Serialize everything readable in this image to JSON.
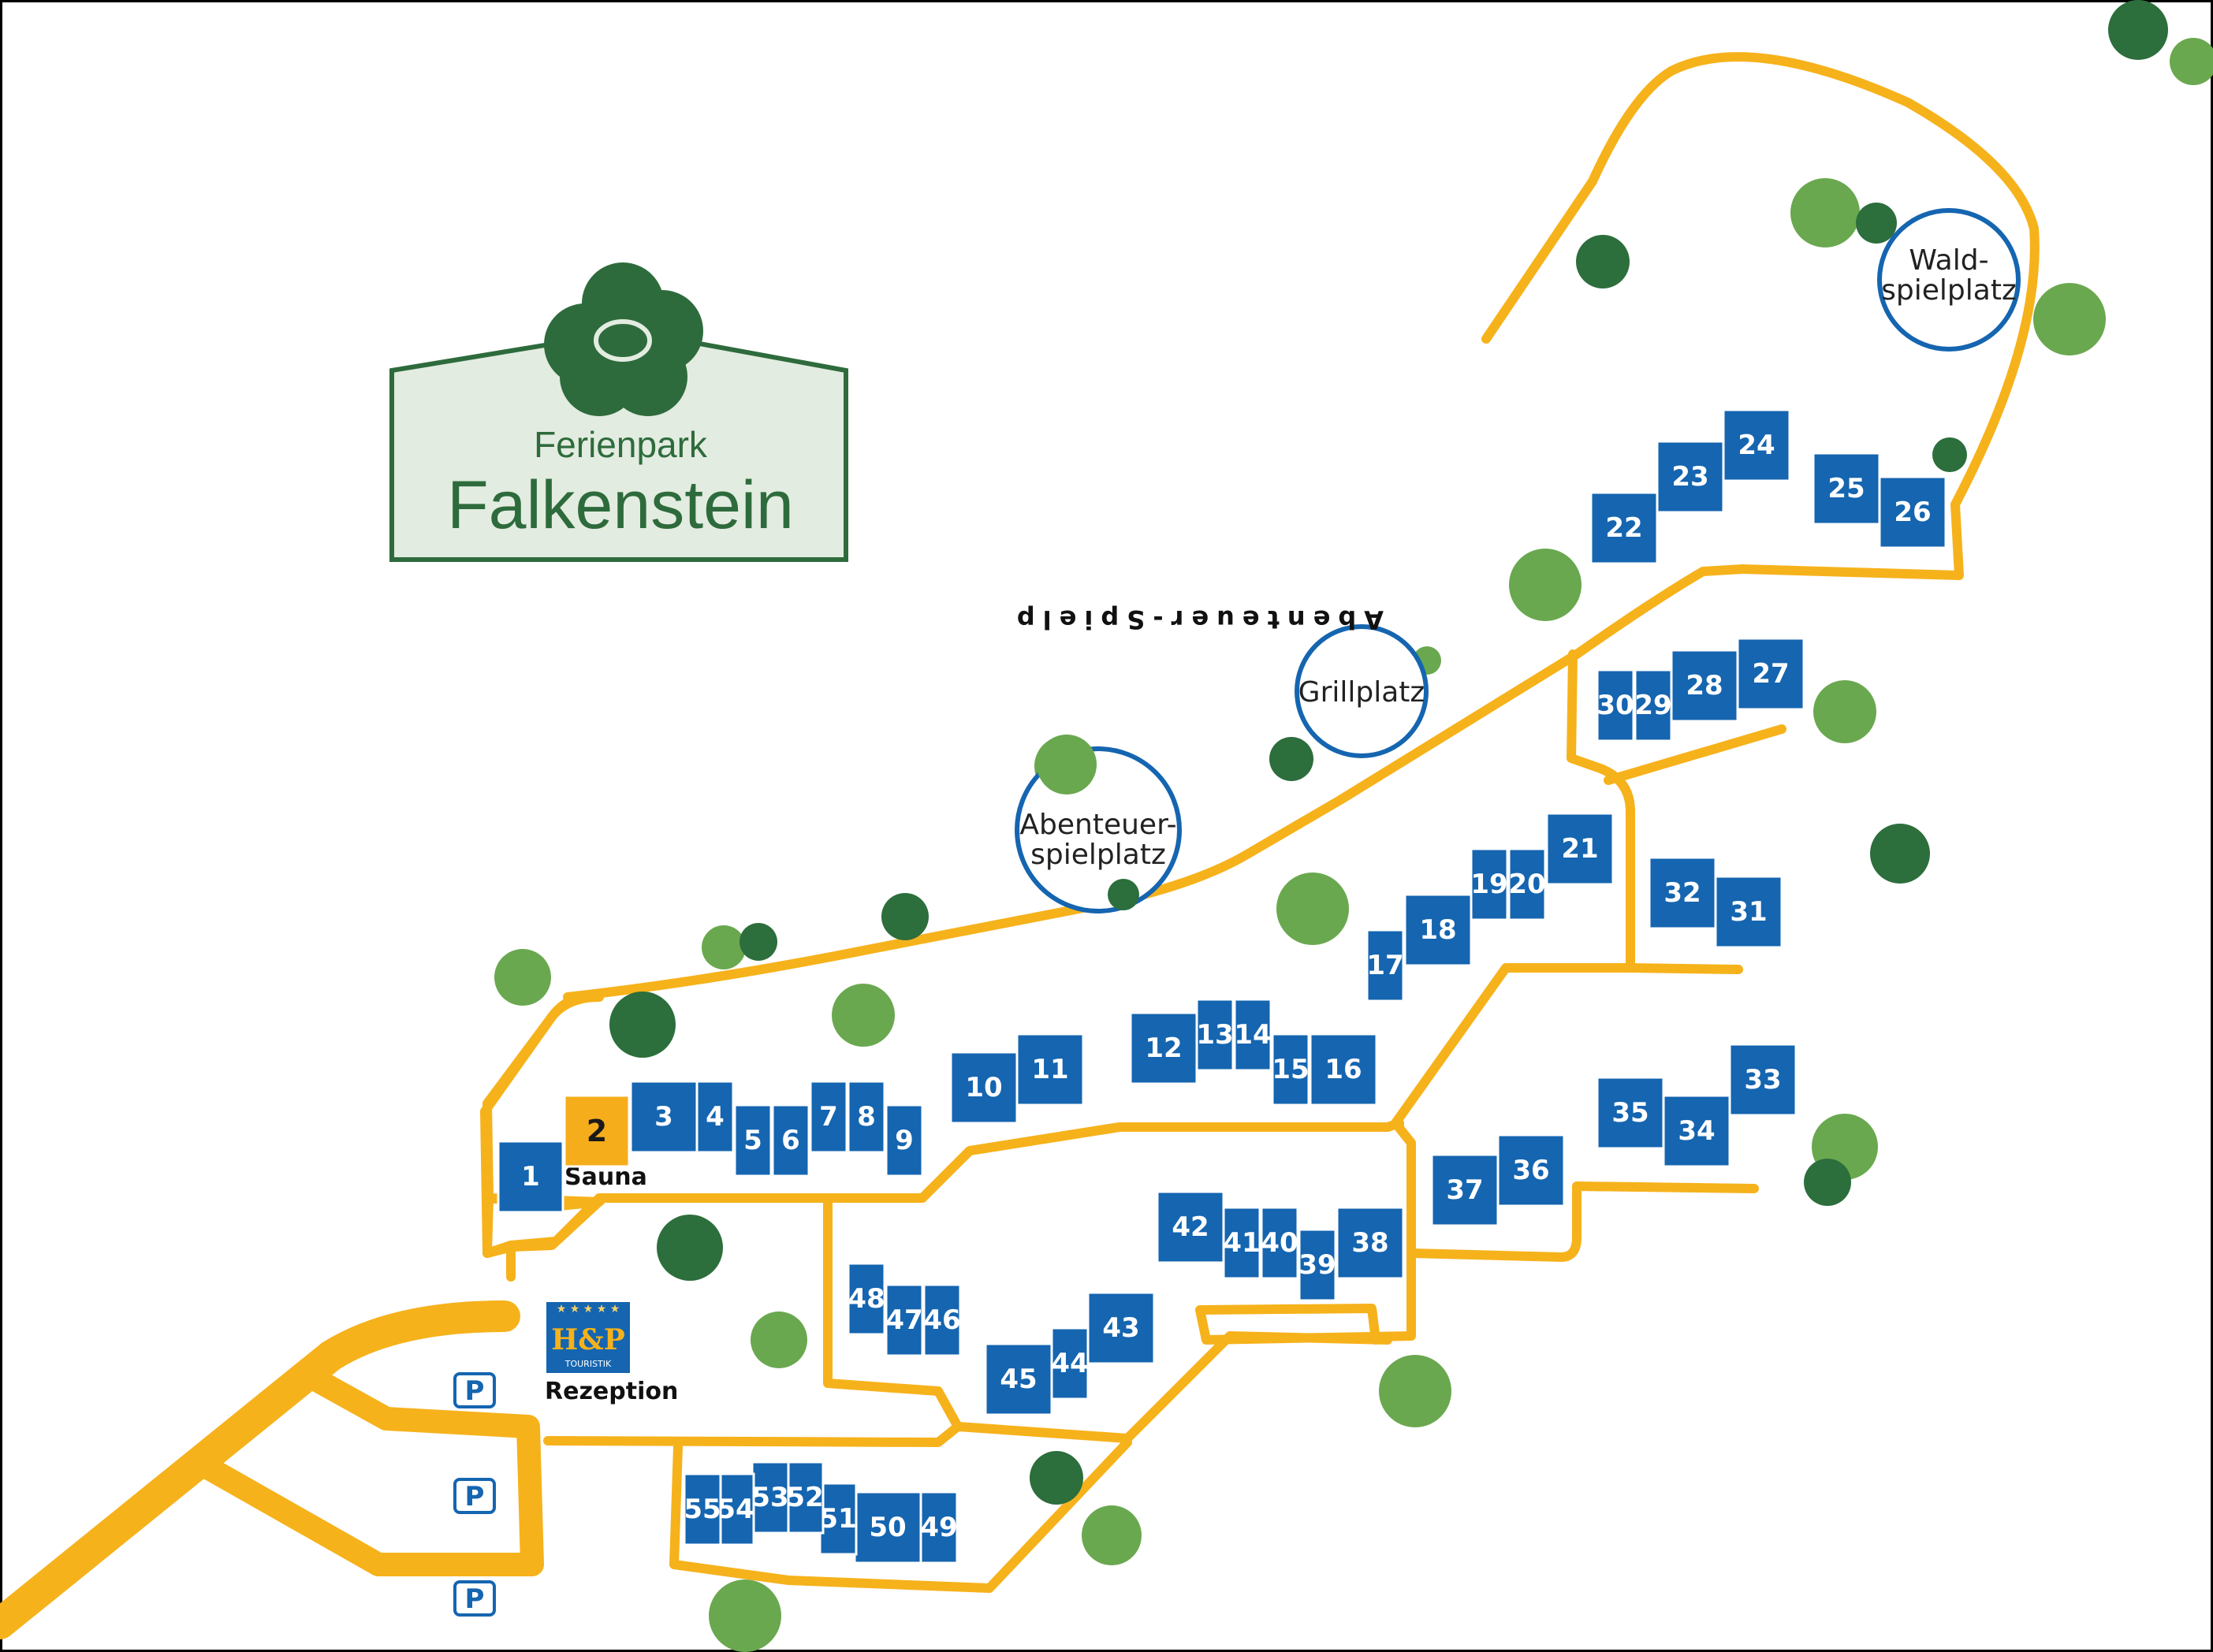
{
  "brand": {
    "line1": "Ferienpark",
    "line2": "Falkenstein",
    "color": "#2e6b3c",
    "panel_color": "#e3ece0"
  },
  "colors": {
    "road": "#f6b21b",
    "house": "#1565b0",
    "sauna": "#f6ad1b",
    "tree_light": "#6aa84f",
    "tree_dark": "#2c6e3c"
  },
  "places": {
    "sauna": "Sauna",
    "reception": "Rezeption",
    "reception_logo_text": "H&P",
    "reception_logo_sub": "TOURISTIK",
    "grill": "Grillplatz",
    "adventure_line1": "Abenteuer-",
    "adventure_line2": "spielplatz",
    "forest_line1": "Wald-",
    "forest_line2": "spielplatz",
    "upside_label": "Abenteuer-Spielp",
    "parking": "P"
  },
  "houses": [
    "1",
    "2",
    "3",
    "4",
    "5",
    "6",
    "7",
    "8",
    "9",
    "10",
    "11",
    "12",
    "13",
    "14",
    "15",
    "16",
    "17",
    "18",
    "19",
    "20",
    "21",
    "22",
    "23",
    "24",
    "25",
    "26",
    "27",
    "28",
    "29",
    "30",
    "31",
    "32",
    "33",
    "34",
    "35",
    "36",
    "37",
    "38",
    "39",
    "40",
    "41",
    "42",
    "43",
    "44",
    "45",
    "46",
    "47",
    "48",
    "49",
    "50",
    "51",
    "52",
    "53",
    "54",
    "55"
  ]
}
